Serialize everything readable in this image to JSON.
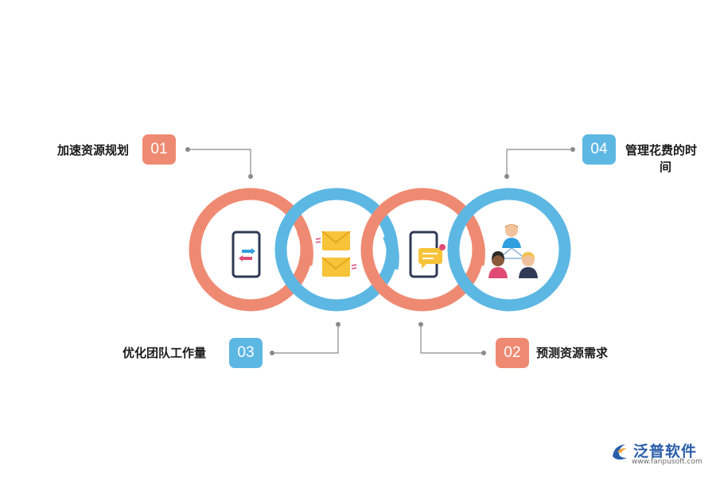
{
  "colors": {
    "salmon": "#ef8a72",
    "blue": "#5db7e3",
    "connector": "#8a8a8a"
  },
  "steps": [
    {
      "number": "01",
      "label": "加速资源规划",
      "color": "#ef8a72"
    },
    {
      "number": "02",
      "label": "预测资源需求",
      "color": "#ef8a72"
    },
    {
      "number": "03",
      "label": "优化团队工作量",
      "color": "#5db7e3"
    },
    {
      "number": "04",
      "label_line1": "管理花费的时",
      "label_line2": "间",
      "color": "#5db7e3"
    }
  ],
  "icons": [
    "phone-transfer-icon",
    "envelopes-icon",
    "phone-message-icon",
    "team-people-icon"
  ],
  "logo": {
    "name": "泛普软件",
    "url": "www.fanpusoft.com"
  }
}
